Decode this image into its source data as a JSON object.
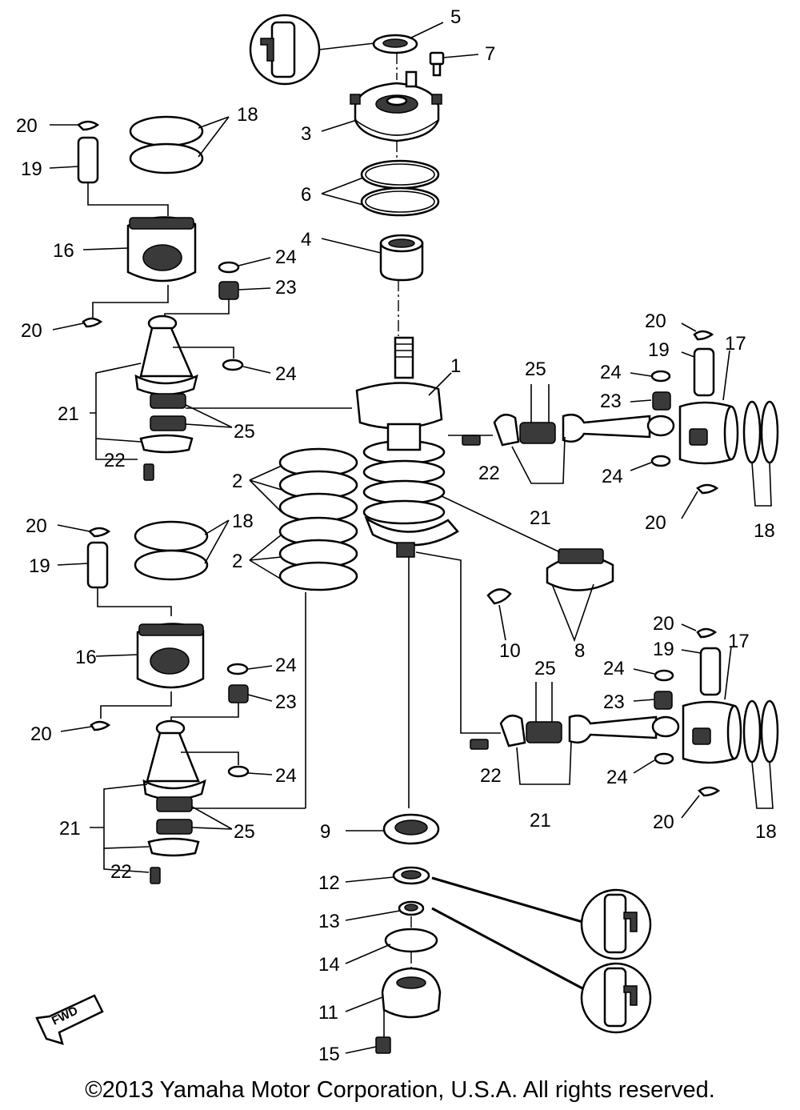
{
  "callouts": {
    "c1": "1",
    "c2a": "2",
    "c2b": "2",
    "c3": "3",
    "c4": "4",
    "c5": "5",
    "c6": "6",
    "c7": "7",
    "c8": "8",
    "c9": "9",
    "c10": "10",
    "c11": "11",
    "c12": "12",
    "c13": "13",
    "c14": "14",
    "c15": "15",
    "c16a": "16",
    "c16b": "16",
    "c17a": "17",
    "c17b": "17",
    "c18a": "18",
    "c18b": "18",
    "c18c": "18",
    "c18d": "18",
    "c19a": "19",
    "c19b": "19",
    "c19c": "19",
    "c19d": "19",
    "c20a": "20",
    "c20b": "20",
    "c20c": "20",
    "c20d": "20",
    "c20e": "20",
    "c20f": "20",
    "c20g": "20",
    "c20h": "20",
    "c21a": "21",
    "c21b": "21",
    "c21c": "21",
    "c21d": "21",
    "c22a": "22",
    "c22b": "22",
    "c22c": "22",
    "c22d": "22",
    "c23a": "23",
    "c23b": "23",
    "c23c": "23",
    "c23d": "23",
    "c24a": "24",
    "c24b": "24",
    "c24c": "24",
    "c24d": "24",
    "c24e": "24",
    "c24f": "24",
    "c24g": "24",
    "c24h": "24",
    "c25a": "25",
    "c25b": "25",
    "c25c": "25",
    "c25d": "25"
  },
  "fwd_label": "FWD",
  "copyright": "©2013 Yamaha Motor Corporation, U.S.A. All rights reserved."
}
